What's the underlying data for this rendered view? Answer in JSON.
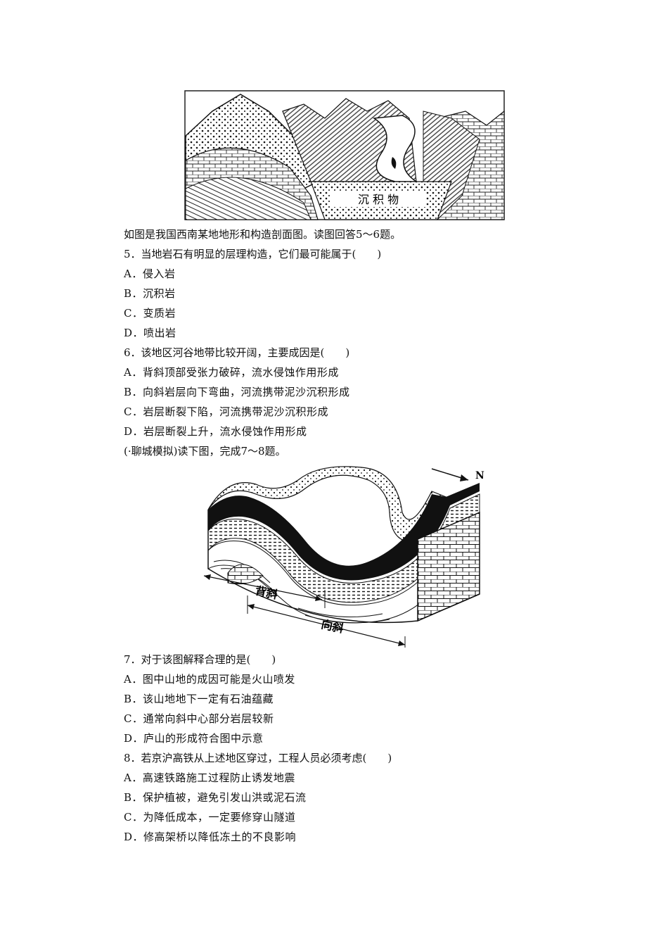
{
  "figure1": {
    "label": "沉 积 物"
  },
  "intro1": "如图是我国西南某地地形和构造剖面图。读图回答5～6题。",
  "questions": [
    {
      "stem": "5．当地岩石有明显的层理构造，它们最可能属于(　　)",
      "options": [
        "A．侵入岩",
        "B．沉积岩",
        "C．变质岩",
        "D．喷出岩"
      ]
    },
    {
      "stem": "6．该地区河谷地带比较开阔，主要成因是(　　)",
      "options": [
        "A．背斜顶部受张力破碎，流水侵蚀作用形成",
        "B．向斜岩层向下弯曲，河流携带泥沙沉积形成",
        "C．岩层断裂下陷，河流携带泥沙沉积形成",
        "D．岩层断裂上升，流水侵蚀作用形成"
      ]
    }
  ],
  "intro2": "(·聊城模拟)读下图，完成7～8题。",
  "figure2": {
    "north_label": "N",
    "anticline_label": "背斜",
    "syncline_label": "向斜"
  },
  "questions2": [
    {
      "stem": "7．对于该图解释合理的是(　　)",
      "options": [
        "A．图中山地的成因可能是火山喷发",
        "B．该山地地下一定有石油蕴藏",
        "C．通常向斜中心部分岩层较新",
        "D．庐山的形成符合图中示意"
      ]
    },
    {
      "stem": "8．若京沪高铁从上述地区穿过，工程人员必须考虑(　　)",
      "options": [
        "A．高速铁路施工过程防止诱发地震",
        "B．保护植被，避免引发山洪或泥石流",
        "C．为降低成本，一定要修穿山隧道",
        "D．修高架桥以降低冻土的不良影响"
      ]
    }
  ]
}
